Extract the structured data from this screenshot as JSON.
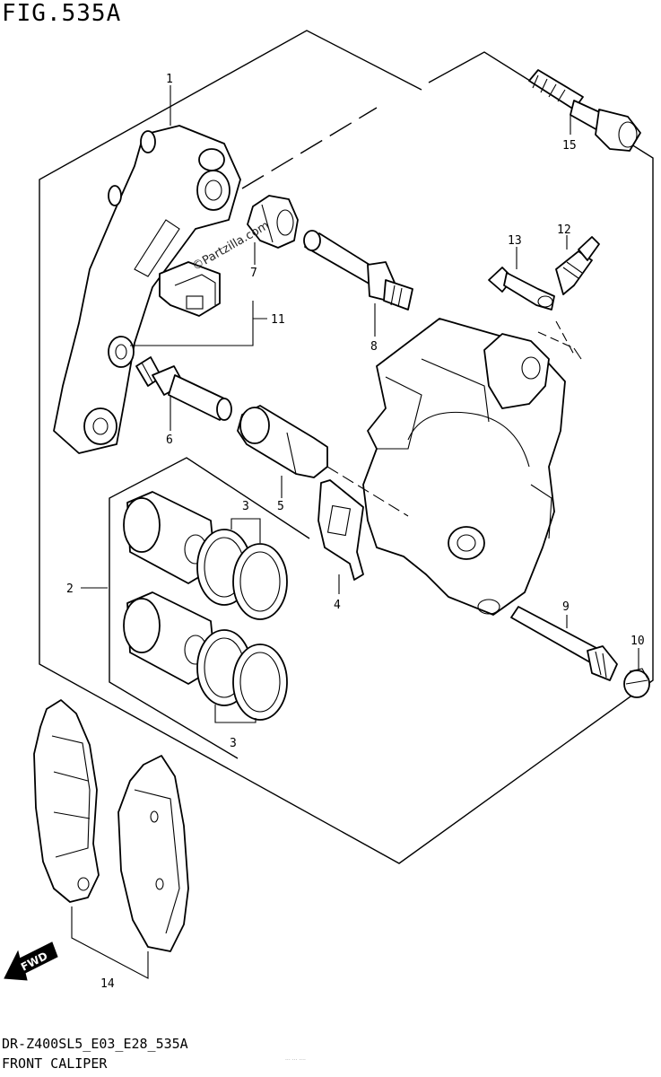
{
  "figure": {
    "title": "FIG.535A",
    "model_code": "DR-Z400SL5_E03_E28_535A",
    "name": "FRONT CALIPER",
    "watermark": "©Partzilla.com",
    "faint_text": "··· ··· ····"
  },
  "fwd_label": "FWD",
  "callouts": [
    {
      "id": "1",
      "part": "caliper-bracket"
    },
    {
      "id": "2",
      "part": "piston-set"
    },
    {
      "id": "3",
      "part": "piston-seal-upper"
    },
    {
      "id": "3",
      "part": "piston-seal-lower"
    },
    {
      "id": "4",
      "part": "pad-spring"
    },
    {
      "id": "5",
      "part": "boot"
    },
    {
      "id": "6",
      "part": "slide-pin"
    },
    {
      "id": "7",
      "part": "boot-small"
    },
    {
      "id": "8",
      "part": "slide-pin-2"
    },
    {
      "id": "9",
      "part": "pad-pin"
    },
    {
      "id": "10",
      "part": "pad-pin-plug"
    },
    {
      "id": "11",
      "part": "pad-retainer"
    },
    {
      "id": "12",
      "part": "bleeder-valve"
    },
    {
      "id": "13",
      "part": "bleeder-cap"
    },
    {
      "id": "14",
      "part": "brake-pad-set"
    },
    {
      "id": "15",
      "part": "caliper-mount-bolt"
    }
  ],
  "colors": {
    "ink": "#000000",
    "paper": "#ffffff"
  }
}
